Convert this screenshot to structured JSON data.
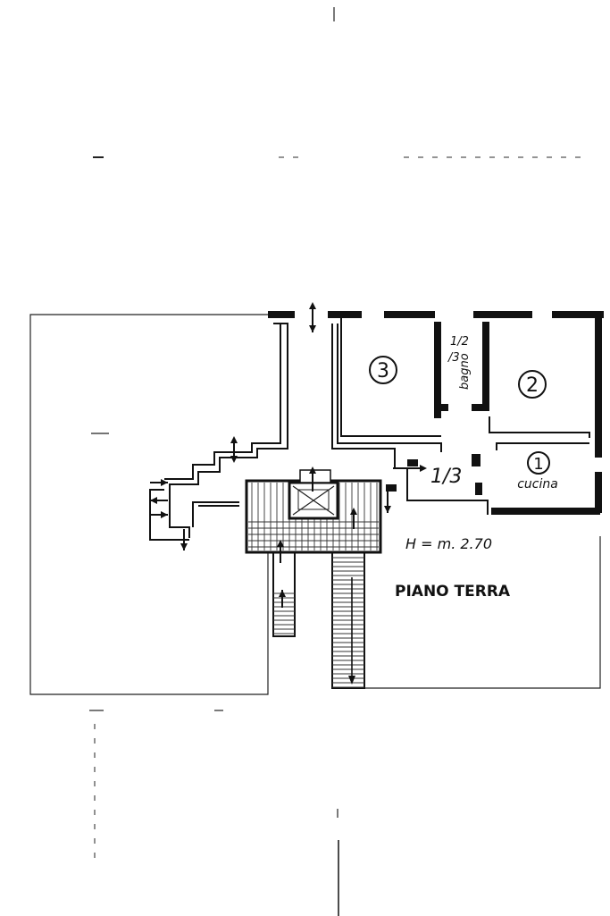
{
  "rooms": {
    "room_3": "3",
    "room_2": "2",
    "room_1": "1",
    "kitchen": "cucina",
    "bathroom": "bagno",
    "bathroom_fraction_top": "1/2",
    "bathroom_fraction_bottom": "/3",
    "hall_fraction": "1/3"
  },
  "floor": {
    "height_label": "H = m. 2.70",
    "level_label": "PIANO TERRA"
  }
}
